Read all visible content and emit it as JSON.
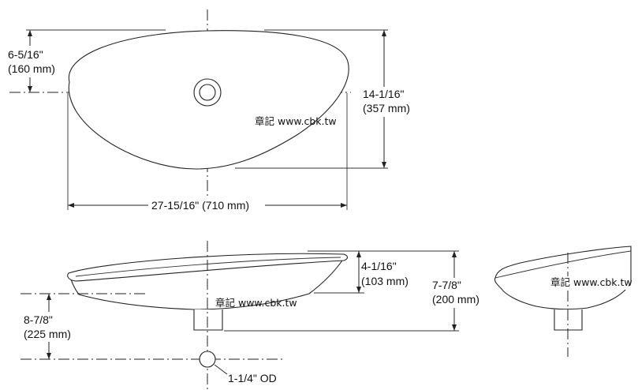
{
  "top_view": {
    "height_half": "6-5/16\"",
    "height_half_mm": "(160 mm)",
    "depth": "14-1/16\"",
    "depth_mm": "(357 mm)",
    "width": "27-15/16\" (710 mm)",
    "watermark": "章記 www.cbk.tw"
  },
  "front_view": {
    "rim_height": "4-1/16\"",
    "rim_height_mm": "(103 mm)",
    "total_height": "7-7/8\"",
    "total_height_mm": "(200 mm)",
    "drain_height": "8-7/8\"",
    "drain_height_mm": "(225 mm)",
    "drain_od": "1-1/4\" OD",
    "watermark": "章記 www.cbk.tw"
  },
  "side_view": {
    "watermark": "章記 www.cbk.tw"
  }
}
